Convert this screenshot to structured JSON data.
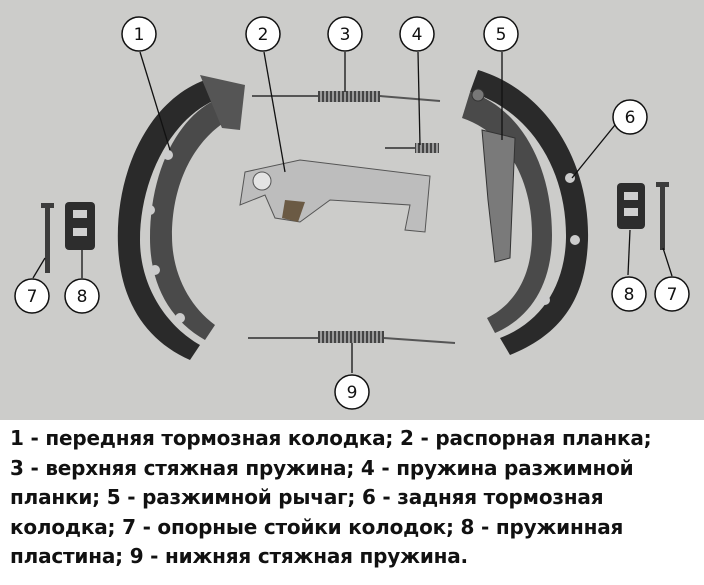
{
  "callouts": [
    "1",
    "2",
    "3",
    "4",
    "5",
    "6",
    "7",
    "8",
    "9",
    "7",
    "8"
  ],
  "caption": {
    "lines": [
      "1 - передняя тормозная колодка; 2 - распорная планка;",
      "3 - верхняя стяжная пружина; 4 - пружина разжимной",
      "планки; 5 - разжимной рычаг; 6 - задняя тормозная",
      "колодка; 7 - опорные стойки колодок; 8 - пружинная",
      "пластина; 9 - нижняя стяжная пружина."
    ]
  },
  "colors": {
    "background": "#ccccca",
    "shoe_metal": "#3a3a3a",
    "lining": "#262626",
    "plate": "#bdbdbd",
    "callout_circle": "#ffffff"
  }
}
